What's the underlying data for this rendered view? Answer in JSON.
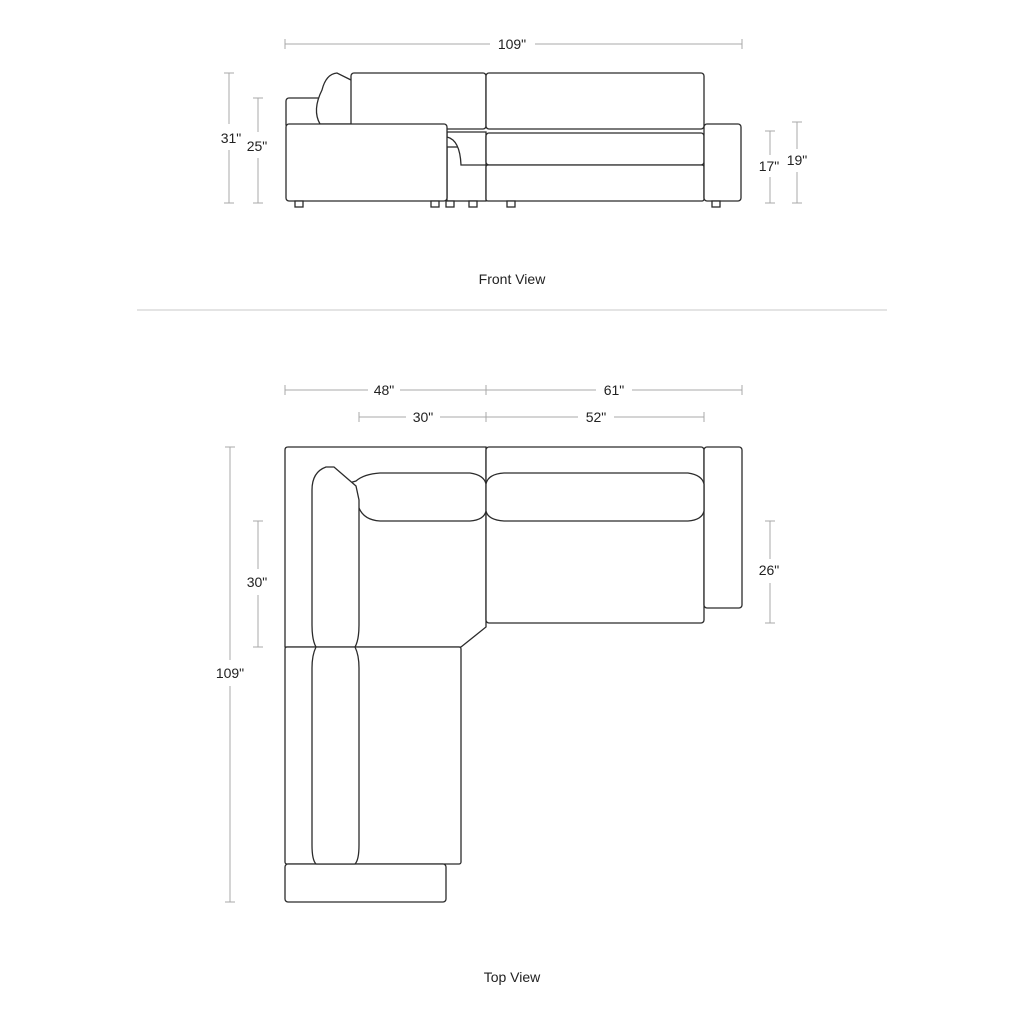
{
  "front_view": {
    "caption": "Front View",
    "dims": {
      "total_width": "109\"",
      "overall_height": "31\"",
      "back_height": "25\"",
      "seat_height": "17\"",
      "arm_height": "19\""
    }
  },
  "top_view": {
    "caption": "Top View",
    "dims": {
      "left_width": "48\"",
      "right_width": "61\"",
      "left_seat": "30\"",
      "right_seat": "52\"",
      "seat_depth_left": "30\"",
      "total_depth": "109\"",
      "seat_depth_right": "26\""
    }
  },
  "colors": {
    "line": "#2b2b2b",
    "dimension": "#a8a8a8"
  }
}
